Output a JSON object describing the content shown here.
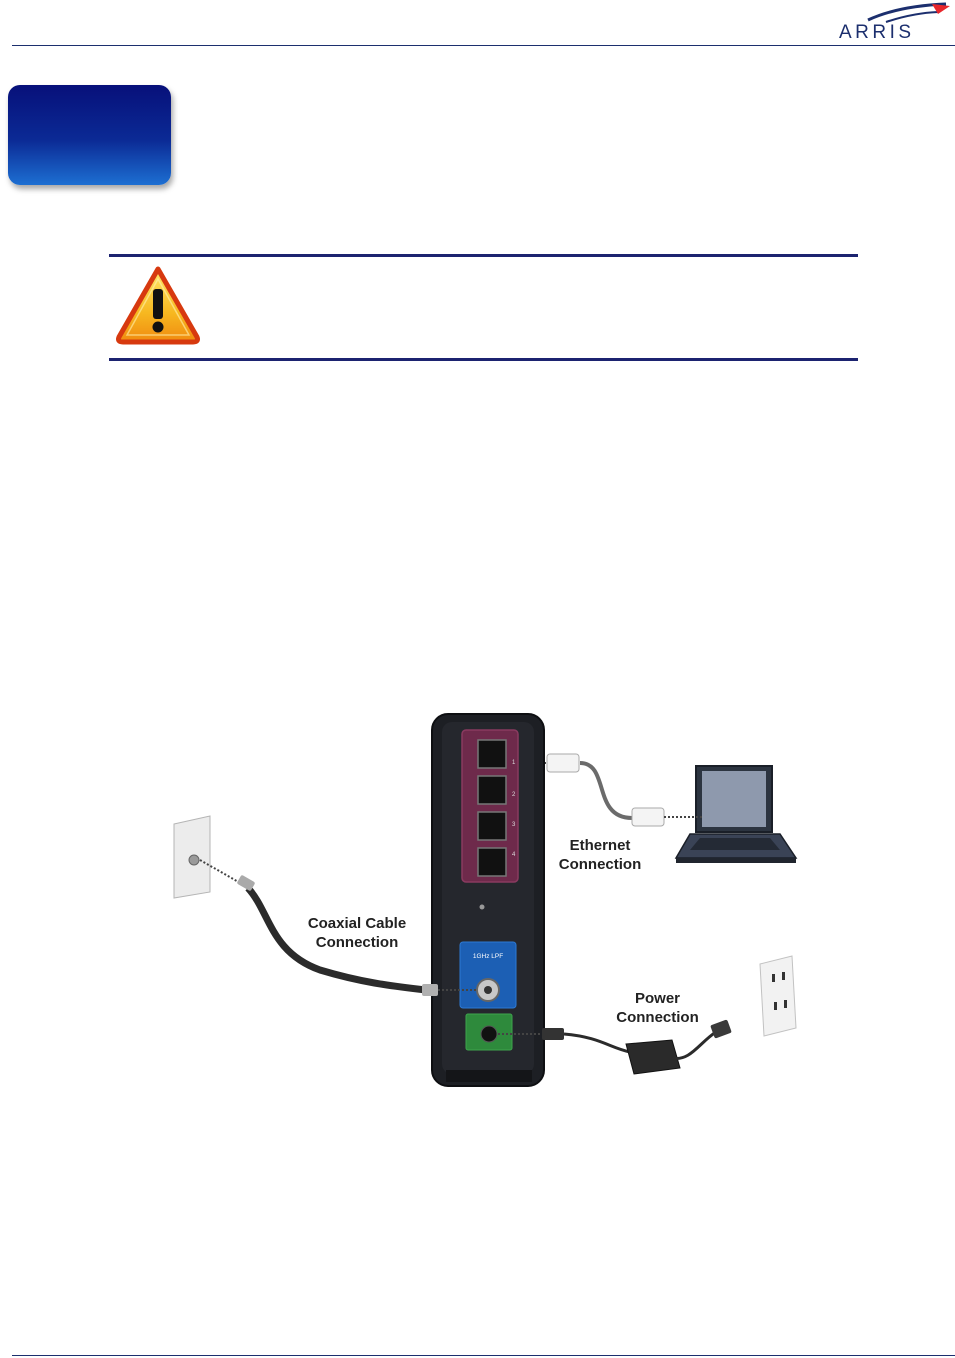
{
  "brand": {
    "logo_text": "ARRIS",
    "color": "#1c2f6e",
    "accent_color": "#e8262b"
  },
  "chapter_tab": {
    "gradient_top": "#07107a",
    "gradient_bottom": "#1d6fd2"
  },
  "warning": {
    "icon": "warning-triangle-icon",
    "symbol": "!"
  },
  "figure": {
    "ethernet_label_line1": "Ethernet",
    "ethernet_label_line2": "Connection",
    "coax_label_line1": "Coaxial Cable",
    "coax_label_line2": "Connection",
    "power_label_line1": "Power",
    "power_label_line2": "Connection",
    "port_numbers": [
      "1",
      "2",
      "3",
      "4"
    ],
    "coax_port_label": "1GHz LPF"
  }
}
